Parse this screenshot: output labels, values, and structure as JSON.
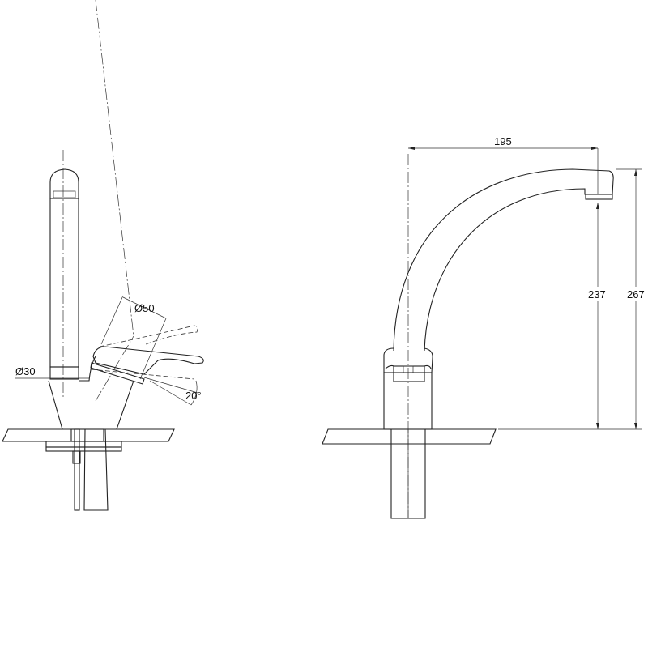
{
  "side_view": {
    "diameter_spout_label": "Ø30",
    "diameter_lever_label": "Ø50",
    "lever_angle_label": "20°"
  },
  "front_view": {
    "spout_reach_label": "195",
    "spout_height_label": "237",
    "total_height_label": "267"
  },
  "colors": {
    "line": "#222222",
    "background": "#ffffff"
  }
}
